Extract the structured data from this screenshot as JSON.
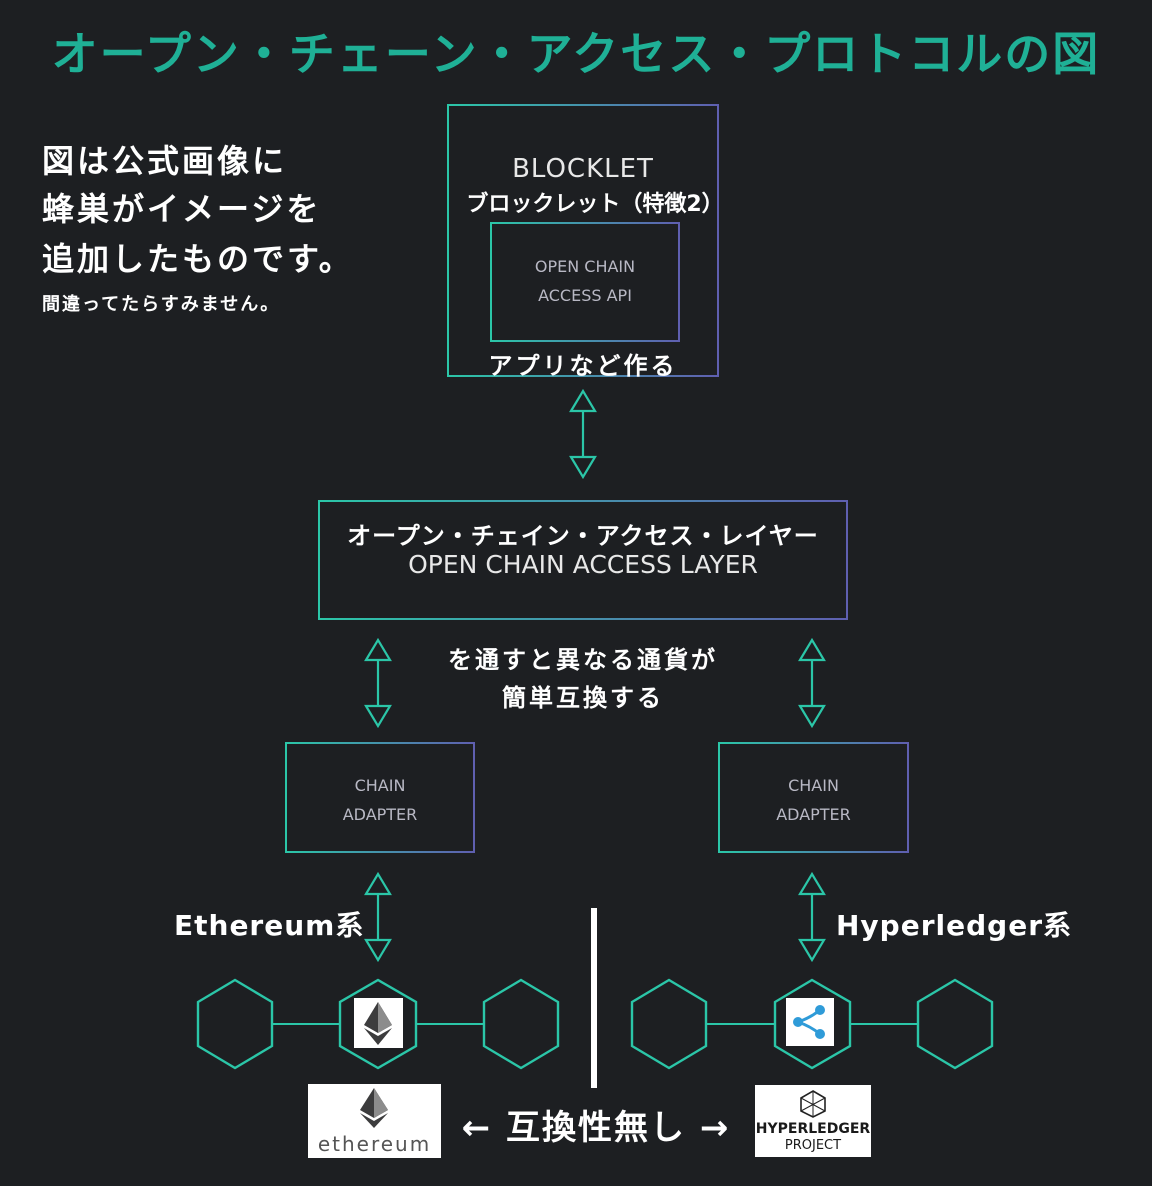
{
  "title": "オープン・チェーン・アクセス・プロトコルの図",
  "note": {
    "line1": "図は公式画像に",
    "line2": "蜂巣がイメージを",
    "line3": "追加したものです。",
    "line4": "間違ってたらすみません。"
  },
  "blocklet": {
    "title_en": "BLOCKLET",
    "title_jp": "ブロックレット（特徴2）",
    "api_line1": "OPEN CHAIN",
    "api_line2": "ACCESS API",
    "caption": "アプリなど作る"
  },
  "layer": {
    "title_jp": "オープン・チェイン・アクセス・レイヤー",
    "title_en": "OPEN CHAIN ACCESS LAYER"
  },
  "exchange_note": {
    "line1": "を通すと異なる通貨が",
    "line2": "簡単互換する"
  },
  "adapters": [
    {
      "line1": "CHAIN",
      "line2": "ADAPTER"
    },
    {
      "line1": "CHAIN",
      "line2": "ADAPTER"
    }
  ],
  "chains": {
    "left_label": "Ethereum系",
    "right_label": "Hyperledger系"
  },
  "bottom": {
    "ethereum_logo_text": "ethereum",
    "incompat": "← 互換性無し →",
    "hyperledger_line1": "HYPERLEDGER",
    "hyperledger_line2": "PROJECT"
  },
  "colors": {
    "accent_teal": "#2bc6a8",
    "accent_purple": "#5f5fb0",
    "title_green": "#1fb096",
    "background": "#1d1f22"
  },
  "icons": [
    "ethereum-icon",
    "xrp-ripple-icon",
    "hyperledger-icon",
    "double-arrow-icon",
    "hexagon-icon"
  ]
}
